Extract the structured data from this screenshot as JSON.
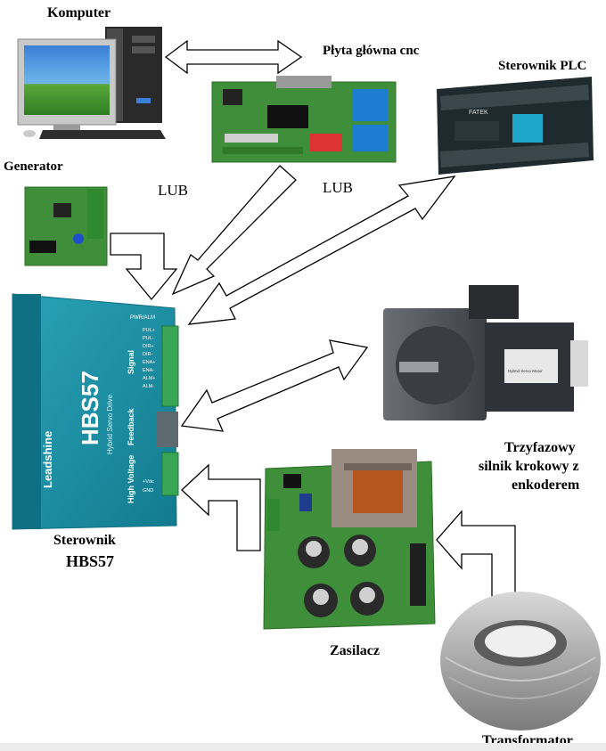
{
  "labels": {
    "computer": "Komputer",
    "cnc_board": "Płyta główna cnc",
    "plc": "Sterownik PLC",
    "generator": "Generator",
    "or_left": "LUB",
    "or_right": "LUB",
    "driver_line1": "Sterownik",
    "driver_line2": "HBS57",
    "motor_line1": "Trzyfazowy",
    "motor_line2": "silnik krokowy z",
    "motor_line3": "enkoderem",
    "psu": "Zasilacz",
    "transformer": "Transformator"
  },
  "devices": {
    "plc_brand": "FATEK",
    "driver_brand": "Leadshine",
    "driver_model": "HBS57",
    "driver_subtitle": "Hybrid Servo Drive",
    "driver_sections": [
      "Signal",
      "Feedback",
      "High Voltage"
    ],
    "driver_top_text": "PWR/ALM",
    "driver_pins": [
      "PUL+",
      "PUL-",
      "DIR+",
      "DIR-",
      "ENA+",
      "ENA-",
      "ALM+",
      "ALM-"
    ],
    "driver_hv_pins": [
      "+Vdc",
      "GND"
    ],
    "motor_sticker": "Hybrid Servo Motor"
  },
  "colors": {
    "driver_body": "#1b8fa6",
    "driver_dark": "#0f6f83",
    "terminal_green": "#3aa655",
    "pcb_green": "#3f8f3a",
    "plc_body": "#1f2a2e",
    "plc_accent": "#1fa7c9",
    "motor_metal": "#4a4d52"
  }
}
